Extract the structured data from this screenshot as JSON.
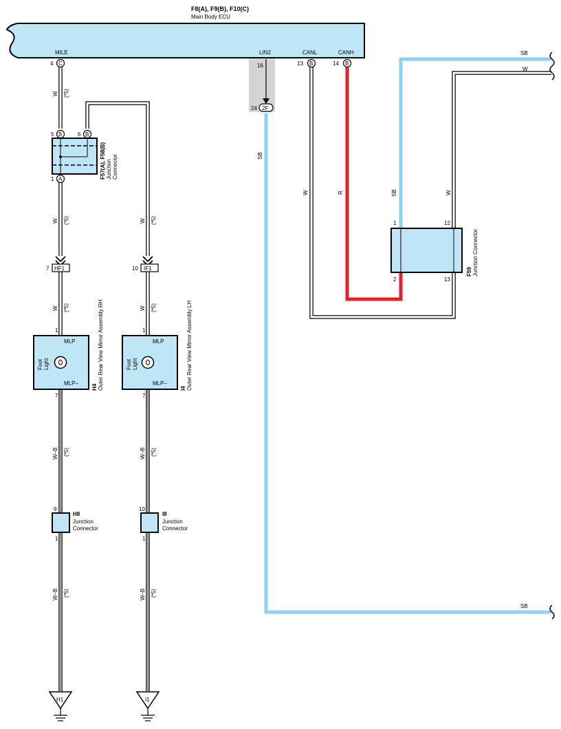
{
  "ecu": {
    "ref": "F8(A), F9(B), F10(C)",
    "name": "Main Body ECU",
    "pins": {
      "mile": {
        "name": "MILE",
        "num": "4",
        "conn": "C"
      },
      "lin2": {
        "name": "LIN2",
        "num": "16"
      },
      "canl": {
        "name": "CANL",
        "num": "13",
        "conn": "B"
      },
      "canh": {
        "name": "CANH",
        "num": "14",
        "conn": "B"
      }
    }
  },
  "inline_2f": {
    "num": "24",
    "label": "2F"
  },
  "f57": {
    "ref": "F57(A), F58(B)",
    "name_line1": "Junction",
    "name_line2": "Connector",
    "pin5": {
      "num": "5",
      "conn": "B"
    },
    "pin6": {
      "num": "6",
      "conn": "B"
    },
    "pin1": {
      "num": "1",
      "conn": "A"
    }
  },
  "f59": {
    "ref": "F59",
    "name": "Junction Connector",
    "pin1": "1",
    "pin12": "12",
    "pin2": "2",
    "pin13": "13"
  },
  "hf1": {
    "num": "7",
    "label": "HF1"
  },
  "if1": {
    "num": "10",
    "label": "IF1"
  },
  "h4": {
    "ref": "H4",
    "name": "Outer Rear View Mirror Assembly RH",
    "pin_top": "1",
    "pin_bottom": "7",
    "mlp": "MLP",
    "mlpm": "MLP–",
    "light1": "Foot",
    "light2": "Light"
  },
  "i4": {
    "ref": "I4",
    "name": "Outer Rear View Mirror Assembly LH",
    "pin_top": "1",
    "pin_bottom": "7",
    "mlp": "MLP",
    "mlpm": "MLP–",
    "light1": "Foot",
    "light2": "Light"
  },
  "h8": {
    "ref": "H8",
    "line1": "Junction",
    "line2": "Connector",
    "pin_top": "9",
    "pin_bottom": "1"
  },
  "i8": {
    "ref": "I8",
    "line1": "Junction",
    "line2": "Connector",
    "pin_top": "10",
    "pin_bottom": "1"
  },
  "grounds": {
    "h1": "H1",
    "i1": "I1"
  },
  "wires": {
    "w": "W",
    "wb": "W–B",
    "sb": "SB",
    "r": "R",
    "note": "(*5)"
  },
  "colors": {
    "component_fill": "#bfe6f7",
    "wire_sb": "#8ad3f2",
    "wire_r": "#e8202a",
    "wire_w": "#ffffff",
    "inline_shade": "#d4d4d4"
  }
}
